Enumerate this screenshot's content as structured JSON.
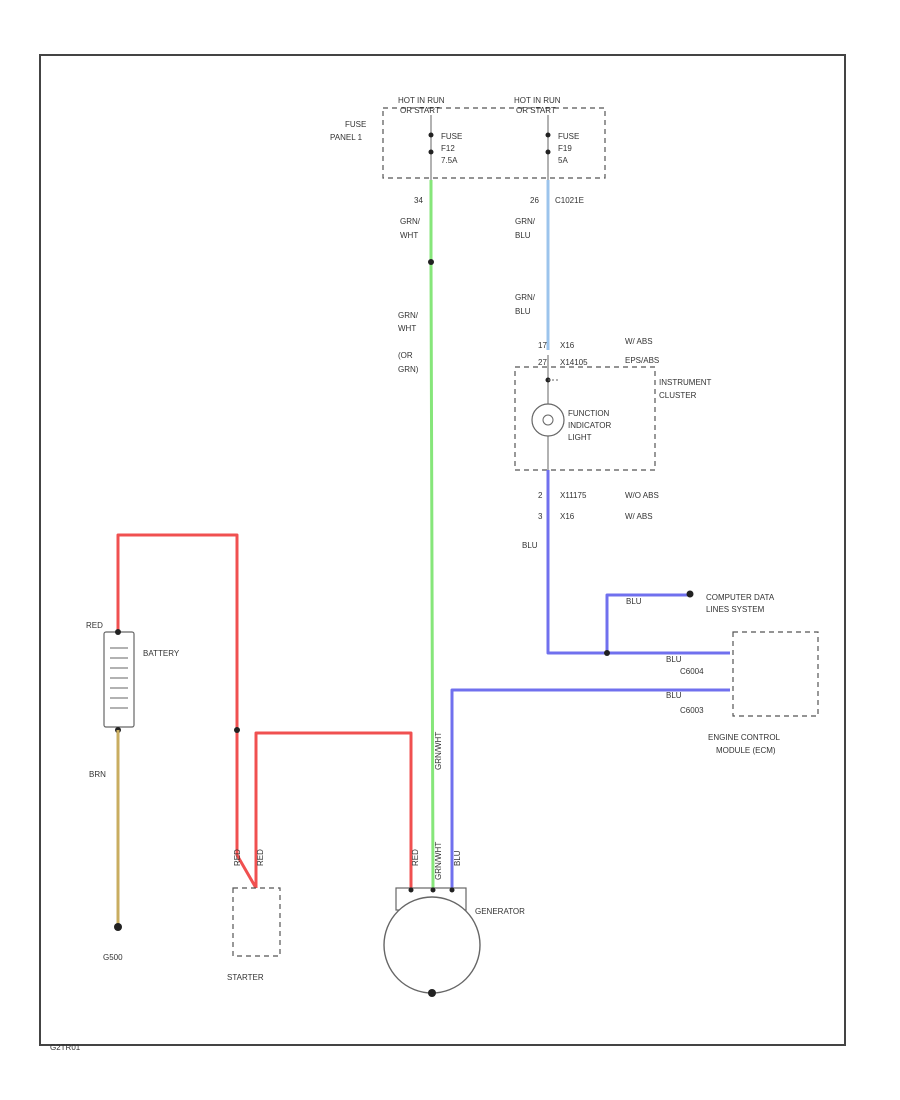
{
  "fuse_panel": {
    "panel_label_1": "FUSE",
    "panel_label_2": "PANEL 1",
    "feed_a": {
      "hot_1": "HOT IN RUN",
      "hot_2": "OR START",
      "fuse_1": "FUSE",
      "fuse_2": "F12",
      "fuse_3": "7.5A"
    },
    "feed_b": {
      "hot_1": "HOT IN RUN",
      "hot_2": "OR START",
      "fuse_1": "FUSE",
      "fuse_2": "F19",
      "fuse_3": "5A"
    }
  },
  "wires": {
    "green_pin": "34",
    "green_color_1": "GRN/",
    "green_color_2": "WHT",
    "green_color_3": "GRN/",
    "green_color_4": "WHT",
    "green_color_5": "(OR",
    "green_color_6": "GRN)",
    "blue_pin": "26",
    "blue_conn": "C1021E",
    "blue_color_1": "GRN/",
    "blue_color_2": "BLU",
    "blue_color_3": "GRN/",
    "blue_color_4": "BLU",
    "battery_color": "RED",
    "ground_color": "BRN",
    "ecm_color_1": "BLU",
    "ecm_color_2": "BLU",
    "ecm_color_3": "BLU",
    "starter_color_1": "RED",
    "starter_color_2": "RED",
    "gen_color_1": "RED",
    "gen_color_2": "GRN/WHT",
    "gen_color_3": "BLU",
    "gen_color_4": "GRN/WHT",
    "cluster_out": "BLU"
  },
  "instrument_cluster": {
    "pin_top_1": "17",
    "pin_top_2": "X16",
    "pin_top_3": "W/ ABS",
    "pin_top_4": "27",
    "pin_top_5": "X14105",
    "pin_top_6": "EPS/ABS",
    "label_1": "INSTRUMENT",
    "label_2": "CLUSTER",
    "light_1": "FUNCTION",
    "light_2": "INDICATOR",
    "light_3": "LIGHT",
    "pin_bot_1": "2",
    "pin_bot_2": "X11175",
    "pin_bot_3": "W/O ABS",
    "pin_bot_4": "3",
    "pin_bot_5": "X16",
    "pin_bot_6": "W/ ABS"
  },
  "components": {
    "battery": "BATTERY",
    "ground": "G500",
    "starter": "STARTER",
    "generator": "GENERATOR",
    "computer_data_1": "COMPUTER DATA",
    "computer_data_2": "LINES SYSTEM",
    "ecm_1": "ENGINE CONTROL",
    "ecm_2": "MODULE (ECM)",
    "ecm_pin_1": "C6004",
    "ecm_pin_2": "C6003"
  },
  "footer": {
    "code": "G2TR01"
  },
  "colors": {
    "red_wire": "#f05050",
    "green_wire": "#86e67a",
    "lightblue_wire": "#9cc4ec",
    "blue_wire": "#7070ee",
    "brown_wire": "#c9ad60",
    "frame": "#444444"
  }
}
